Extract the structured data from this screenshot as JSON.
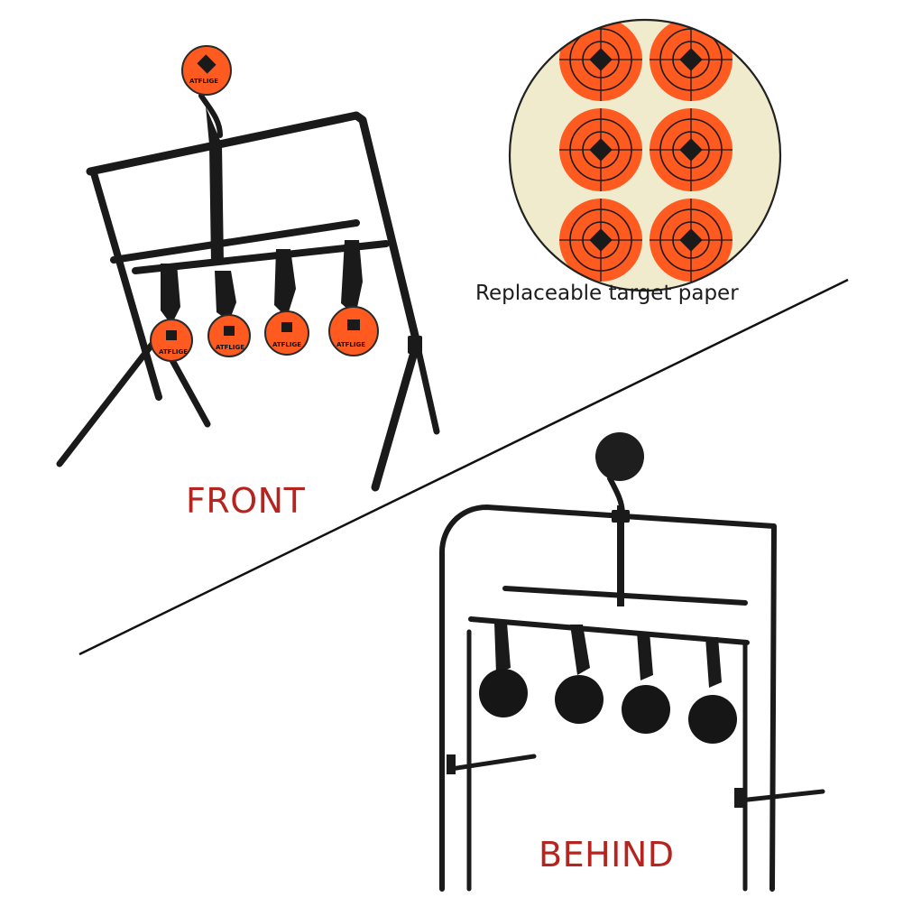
{
  "labels": {
    "front": "FRONT",
    "behind": "BEHIND",
    "paper": "Replaceable target paper"
  },
  "brand": {
    "logo_text": "ATFLIGE"
  },
  "colors": {
    "target_orange": "#ff5a1f",
    "frame_black": "#1a1a1a",
    "label_red": "#b5241e",
    "paper_backing": "#ebe7c4"
  }
}
